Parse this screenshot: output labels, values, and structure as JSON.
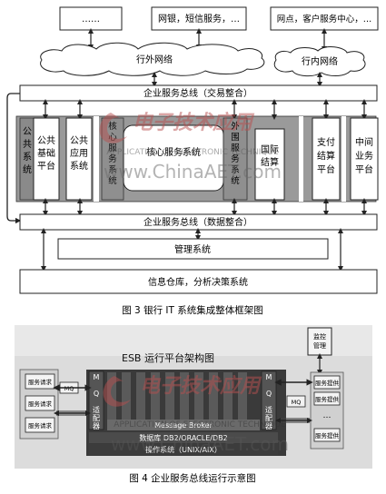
{
  "fig3": {
    "top_box_1": "……",
    "top_box_2": "网银，短信服务，…",
    "top_box_3": "网点，客户服务中心，…",
    "cloud_external": "行外网络",
    "cloud_internal": "行内网络",
    "esb_top": "企业服务总线（交易整合）",
    "systems": [
      "公共系统",
      "公共基础平台",
      "公共应用系统",
      "核心服务系统",
      "核心服务系统",
      "外围服务系统",
      "国际结算",
      "支付结算平台",
      "中间业务平台"
    ],
    "esb_bottom": "企业服务总线（数据整合）",
    "management": "管理系统",
    "warehouse": "信息仓库，分析决策系统",
    "caption": "图 3  银行 IT 系统集成整体框架图"
  },
  "fig4": {
    "title": "ESB 运行平台架构图",
    "monitor_box": "监控\n管理",
    "left_mq_small": "MQ",
    "right_mq_small": "MQ",
    "left_adapter": "M Q 适配器",
    "right_adapter": "M Q 适配器",
    "message_broker": "Message Broker",
    "broker_row": "数据库 DB2/ORACLE/DB2",
    "os_row": "操作系统（UNIX/AIX）",
    "left_systems": [
      "服务请求",
      "服务请求",
      "服务请求"
    ],
    "right_systems": [
      "服务提供",
      "服务提供",
      "…",
      "服务提供"
    ],
    "caption": "图 4  企业服务总线运行示意图"
  },
  "watermark": {
    "logo_text": "电子技术应用",
    "english": "APPLICATION OF ELECTRONIC TECHNIQUE",
    "url": "www.ChinaAET.com"
  }
}
